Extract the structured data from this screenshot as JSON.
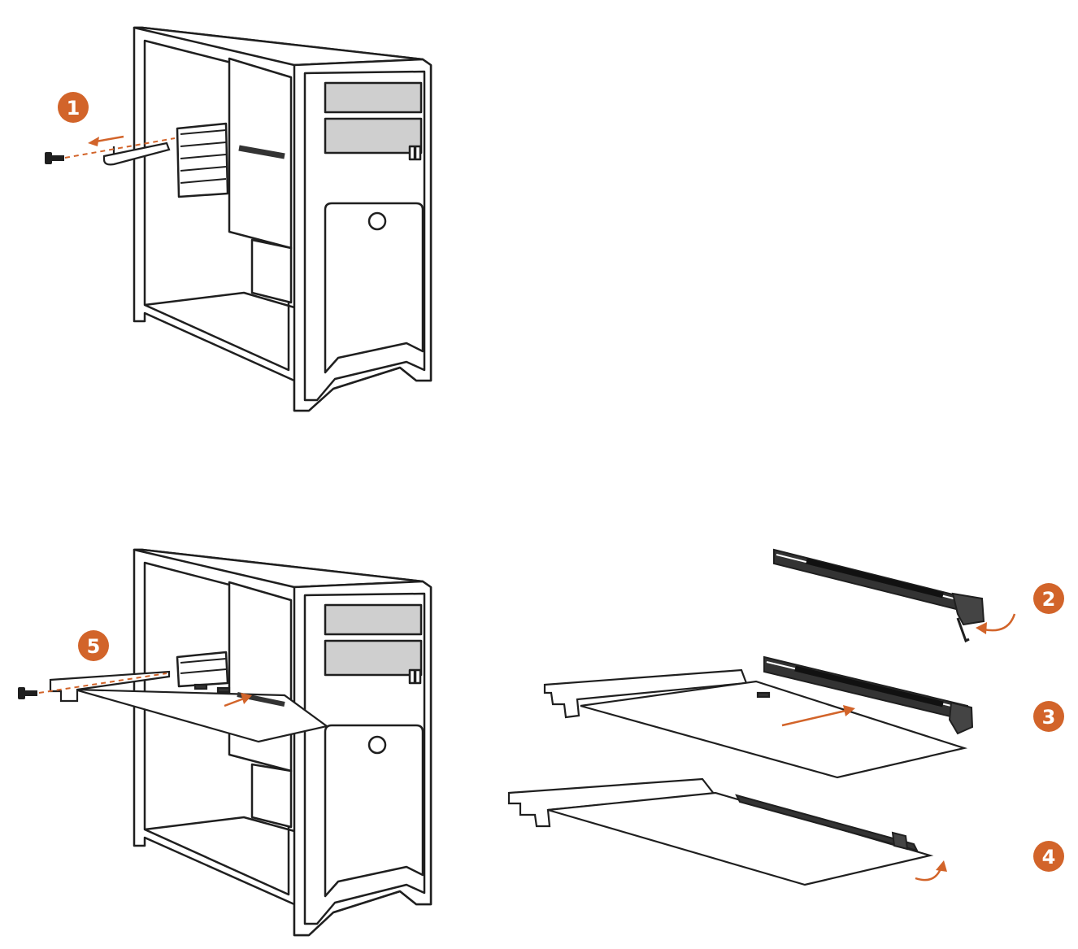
{
  "colors": {
    "accent": "#d2642a",
    "line": "#1f1f1f",
    "panel_fill": "#cfcfcf",
    "slot_fill": "#333333",
    "background": "#ffffff"
  },
  "steps": [
    {
      "number": "1",
      "label": "remove-slot-cover"
    },
    {
      "number": "2",
      "label": "open-slot-latch"
    },
    {
      "number": "3",
      "label": "insert-card"
    },
    {
      "number": "4",
      "label": "close-slot-latch"
    },
    {
      "number": "5",
      "label": "fasten-bracket-screw"
    }
  ],
  "icons": {
    "screw": "screw-icon",
    "arrow": "arrow-icon",
    "curved_arrow": "curved-arrow-icon"
  }
}
